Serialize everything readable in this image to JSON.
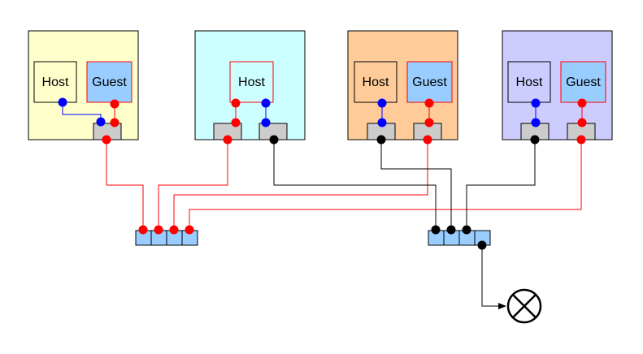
{
  "colors": {
    "machine1": "#ffffcc",
    "machine2": "#ccffff",
    "machine3": "#ffcc99",
    "machine4": "#ccccff",
    "guest_fill": "#99ccff",
    "port_fill": "#cccccc",
    "switch_fill": "#99ccff",
    "red": "#ff0000",
    "blue": "#0000ff",
    "black": "#000000",
    "host_border": "#000000",
    "guest_border": "#ff0000"
  },
  "machines": [
    {
      "host_label": "Host",
      "guest_label": "Guest"
    },
    {
      "host_label": "Host"
    },
    {
      "host_label": "Host",
      "guest_label": "Guest"
    },
    {
      "host_label": "Host",
      "guest_label": "Guest"
    }
  ],
  "uplink_icon": "crossed-circle-icon"
}
